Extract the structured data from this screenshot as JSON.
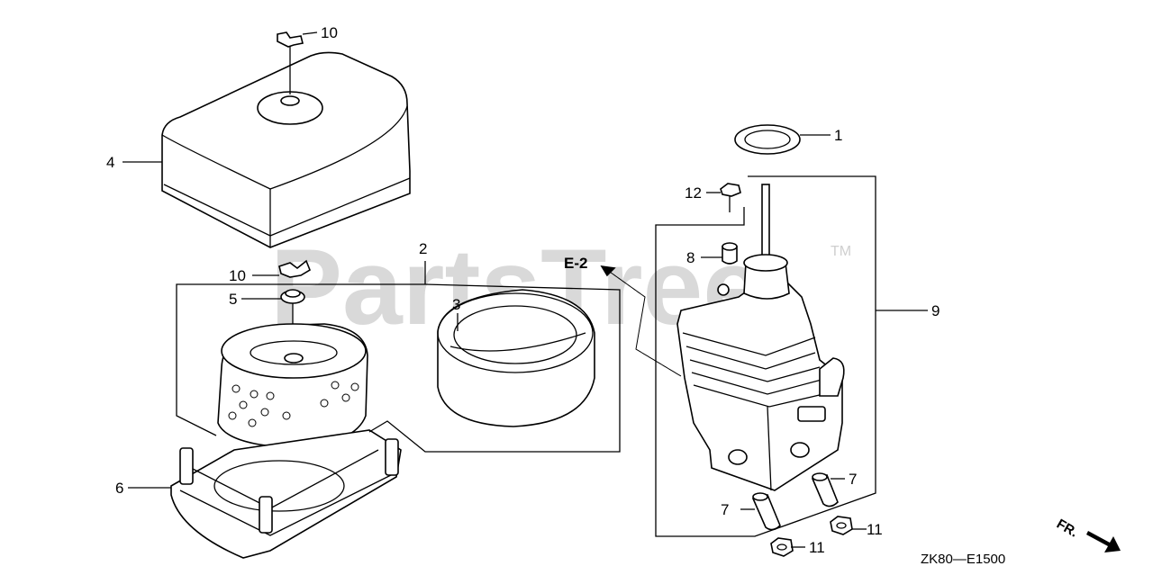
{
  "watermark": {
    "text": "PartsTree",
    "tm": "TM"
  },
  "callouts": {
    "c1": "1",
    "c2": "2",
    "c3": "3",
    "c4": "4",
    "c5": "5",
    "c6": "6",
    "c7a": "7",
    "c7b": "7",
    "c8": "8",
    "c9": "9",
    "c10a": "10",
    "c10b": "10",
    "c11a": "11",
    "c11b": "11",
    "c12": "12"
  },
  "reference": "E-2",
  "direction": "FR.",
  "diagram_code": "ZK80—E1500",
  "colors": {
    "ink": "#000000",
    "watermark": "#d9d9d9",
    "background": "#ffffff"
  }
}
